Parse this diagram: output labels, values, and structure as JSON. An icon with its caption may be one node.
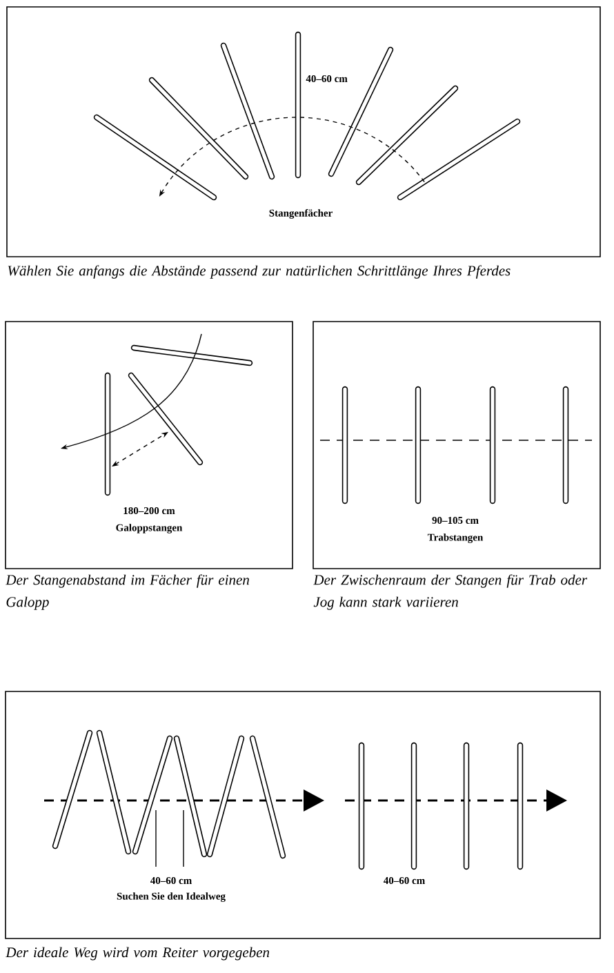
{
  "diagram": {
    "nodes": [
      {
        "text": [
          "40–60 cm",
          "Stangenfächer"
        ],
        "beside": [
          "Wählen Sie anfangs die Abstände passend zur natürlichen Schrittlänge Ihres Pferdes"
        ]
      },
      {
        "text": [
          "180–200 cm",
          "Galoppstangen"
        ],
        "beside": [
          "Der Stangenabstand im Fächer für einen Galopp"
        ]
      },
      {
        "text": [
          "90–105 cm",
          "Trabstangen"
        ],
        "beside": [
          "Der Zwischenraum der Stangen für Trab oder Jog kann stark variieren"
        ]
      },
      {
        "text": [
          "40–60 cm",
          "Suchen Sie den Idealweg",
          "40–60 cm"
        ],
        "beside": [
          "Der ideale Weg wird vom Reiter vorgegeben"
        ]
      }
    ]
  }
}
